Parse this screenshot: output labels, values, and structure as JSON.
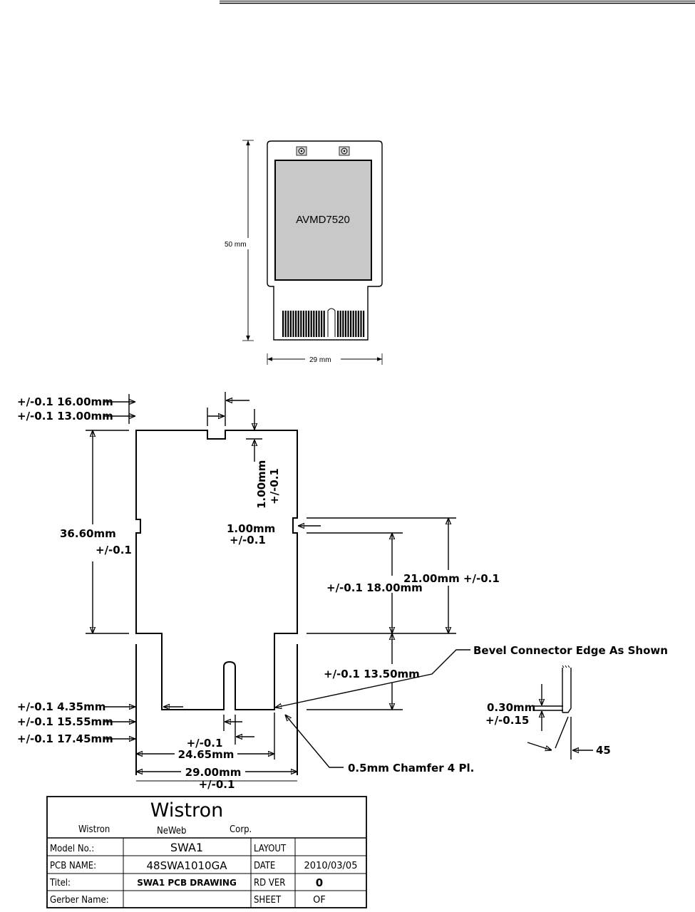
{
  "module": {
    "chip_label": "AVMD7520",
    "height_dim": "50 mm",
    "width_dim": "29 mm"
  },
  "drawing": {
    "left_dims": {
      "d16": "+/-0.1 16.00mm",
      "d13": "+/-0.1 13.00mm",
      "d36_val": "36.60mm",
      "d36_tol": "+/-0.1",
      "d435": "+/-0.1  4.35mm",
      "d1555": "+/-0.1 15.55mm",
      "d1745": "+/-0.1 17.45mm"
    },
    "notch_dim": {
      "val": "1.00mm",
      "tol": "+/-0.1"
    },
    "side_notch_dim": {
      "val": "1.00mm",
      "tol": "+/-0.1"
    },
    "right_dims": {
      "d18": "+/-0.1 18.00mm",
      "d21": "21.00mm +/-0.1",
      "d1350": "+/-0.1  13.50mm"
    },
    "bottom_dims": {
      "d2465_tol": "+/-0.1",
      "d2465": "24.65mm",
      "d29": "29.00mm",
      "d29_tol": "+/-0.1"
    },
    "callouts": {
      "bevel": "Bevel Connector Edge As Shown",
      "chamfer": "0.5mm Chamfer 4 Pl."
    },
    "bevel_detail": {
      "val": "0.30mm",
      "tol": "+/-0.15",
      "angle": "45"
    }
  },
  "title_block": {
    "brand": "Wistron",
    "company_left": "Wistron",
    "company_mid": "NeWeb",
    "company_right": "Corp.",
    "rows": [
      {
        "label": "Model No.:",
        "value": "SWA1",
        "label2": "LAYOUT",
        "value2": ""
      },
      {
        "label": "PCB  NAME:",
        "value": "48SWA1010GA",
        "label2": "DATE",
        "value2": "2010/03/05"
      },
      {
        "label": "Titel:",
        "value": "SWA1  PCB DRAWING",
        "label2": "RD VER",
        "value2": "0"
      },
      {
        "label": "Gerber Name:",
        "value": "",
        "label2": "SHEET",
        "value2": "OF"
      }
    ]
  }
}
